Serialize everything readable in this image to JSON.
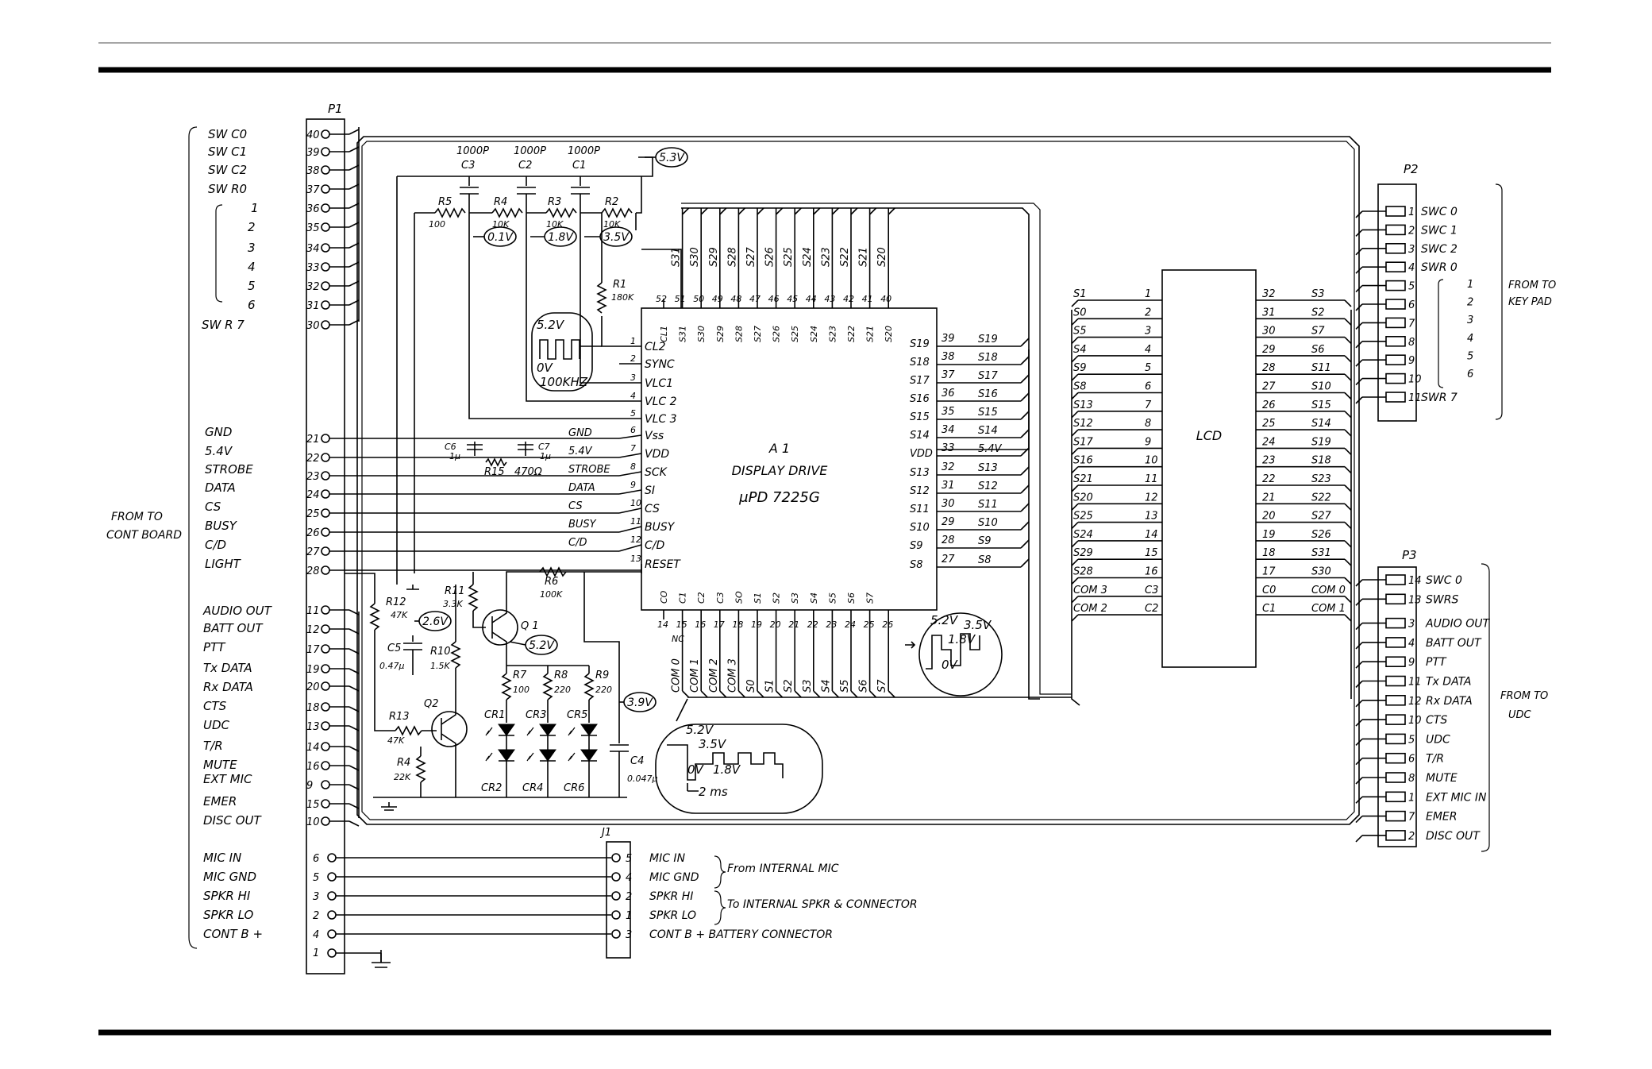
{
  "connectors": {
    "p1": {
      "name": "P1",
      "upper_labels": [
        "SW C0",
        "SW C1",
        "SW C2",
        "SW R0",
        "1",
        "2",
        "3",
        "4",
        "5",
        "6",
        "SW R 7"
      ],
      "upper_pins": [
        "40",
        "39",
        "38",
        "37",
        "36",
        "35",
        "34",
        "33",
        "32",
        "31",
        "30"
      ],
      "mid_labels": [
        "GND",
        "5.4V",
        "STROBE",
        "DATA",
        "CS",
        "BUSY",
        "C/D",
        "LIGHT"
      ],
      "mid_pins": [
        "21",
        "22",
        "23",
        "24",
        "25",
        "26",
        "27",
        "28"
      ],
      "udc_labels": [
        "AUDIO OUT",
        "BATT OUT",
        "PTT",
        "Tx DATA",
        "Rx DATA",
        "CTS",
        "UDC",
        "T/R",
        "MUTE",
        "EXT MIC",
        "EMER",
        "DISC OUT"
      ],
      "udc_pins": [
        "11",
        "12",
        "17",
        "19",
        "20",
        "18",
        "13",
        "14",
        "16",
        "9",
        "15",
        "10"
      ],
      "mic_labels": [
        "MIC IN",
        "MIC GND",
        "SPKR HI",
        "SPKR LO",
        "CONT B +"
      ],
      "mic_pins": [
        "6",
        "5",
        "3",
        "2",
        "4",
        "1"
      ],
      "side_note": [
        "FROM TO",
        "CONT BOARD"
      ]
    },
    "p2": {
      "name": "P2",
      "pins": [
        "1",
        "2",
        "3",
        "4",
        "5",
        "6",
        "7",
        "8",
        "9",
        "10",
        "11"
      ],
      "labels": [
        "SWC 0",
        "SWC 1",
        "SWC 2",
        "SWR 0"
      ],
      "numbers": [
        "1",
        "2",
        "3",
        "4",
        "5",
        "6"
      ],
      "last_label": "SWR 7",
      "side_note": [
        "FROM TO",
        "KEY PAD"
      ]
    },
    "p3": {
      "name": "P3",
      "pins": [
        "14",
        "13",
        "3",
        "4",
        "9",
        "11",
        "12",
        "10",
        "5",
        "6",
        "8",
        "1",
        "7",
        "2"
      ],
      "labels": [
        "SWC 0",
        "SWRS",
        "AUDIO OUT",
        "BATT OUT",
        "PTT",
        "Tx DATA",
        "Rx DATA",
        "CTS",
        "UDC",
        "T/R",
        "MUTE",
        "EXT MIC IN",
        "EMER",
        "DISC OUT"
      ],
      "side_note": [
        "FROM TO",
        "UDC"
      ]
    },
    "j1": {
      "name": "J1",
      "pins": [
        "5",
        "4",
        "2",
        "1",
        "3"
      ],
      "labels": [
        "MIC IN",
        "MIC GND",
        "SPKR HI",
        "SPKR LO",
        "CONT B  +  BATTERY CONNECTOR"
      ],
      "note_mic": "From INTERNAL MIC",
      "note_spkr": "To INTERNAL SPKR & CONNECTOR"
    }
  },
  "ic": {
    "ref": "A 1",
    "function": "DISPLAY DRIVE",
    "part": "μPD 7225G",
    "top_pins": [
      "52",
      "51",
      "50",
      "49",
      "48",
      "47",
      "46",
      "45",
      "44",
      "43",
      "42",
      "41",
      "40"
    ],
    "top_names": [
      "CL1",
      "S31",
      "S30",
      "S29",
      "S28",
      "S27",
      "S26",
      "S25",
      "S24",
      "S23",
      "S22",
      "S21",
      "S20"
    ],
    "top_wires": [
      "S31",
      "S30",
      "S29",
      "S28",
      "S27",
      "S26",
      "S25",
      "S24",
      "S23",
      "S22",
      "S21",
      "S20"
    ],
    "left_pins": [
      "1",
      "2",
      "3",
      "4",
      "5",
      "6",
      "7",
      "8",
      "9",
      "10",
      "11",
      "12",
      "13"
    ],
    "left_names": [
      "CL2",
      "SYNC",
      "VLC1",
      "VLC 2",
      "VLC 3",
      "Vss",
      "VDD",
      "SCK",
      "SI",
      "CS",
      "BUSY",
      "C/D",
      "RESET"
    ],
    "left_signals": [
      "GND",
      "5.4V",
      "STROBE",
      "DATA",
      "CS",
      "BUSY",
      "C/D"
    ],
    "right_pins": [
      "39",
      "38",
      "37",
      "36",
      "35",
      "34",
      "33",
      "32",
      "31",
      "30",
      "29",
      "28",
      "27"
    ],
    "right_names": [
      "S19",
      "S18",
      "S17",
      "S16",
      "S15",
      "S14",
      "VDD",
      "S13",
      "S12",
      "S11",
      "S10",
      "S9",
      "S8"
    ],
    "right_signals": [
      "S19",
      "S18",
      "S17",
      "S16",
      "S15",
      "S14",
      "5.4V",
      "S13",
      "S12",
      "S11",
      "S10",
      "S9",
      "S8"
    ],
    "bottom_pins": [
      "14",
      "15",
      "16",
      "17",
      "18",
      "19",
      "20",
      "21",
      "22",
      "23",
      "24",
      "25",
      "26"
    ],
    "bottom_names": [
      "CO",
      "C1",
      "C2",
      "C3",
      "SO",
      "S1",
      "S2",
      "S3",
      "S4",
      "S5",
      "S6",
      "S7"
    ],
    "bottom_wires": [
      "COM 0",
      "COM 1",
      "COM 2",
      "COM 3",
      "S0",
      "S1",
      "S2",
      "S3",
      "S4",
      "S5",
      "S6",
      "S7"
    ],
    "nc": "NC"
  },
  "lcd": {
    "label": "LCD",
    "left_signals": [
      "S1",
      "S0",
      "S5",
      "S4",
      "S9",
      "S8",
      "S13",
      "S12",
      "S17",
      "S16",
      "S21",
      "S20",
      "S25",
      "S24",
      "S29",
      "S28",
      "COM 3",
      "COM 2"
    ],
    "left_pins": [
      "1",
      "2",
      "3",
      "4",
      "5",
      "6",
      "7",
      "8",
      "9",
      "10",
      "11",
      "12",
      "13",
      "14",
      "15",
      "16",
      "C3",
      "C2"
    ],
    "right_pins": [
      "32",
      "31",
      "30",
      "29",
      "28",
      "27",
      "26",
      "25",
      "24",
      "23",
      "22",
      "21",
      "20",
      "19",
      "18",
      "17",
      "C0",
      "C1"
    ],
    "right_signals": [
      "S3",
      "S2",
      "S7",
      "S6",
      "S11",
      "S10",
      "S15",
      "S14",
      "S19",
      "S18",
      "S23",
      "S22",
      "S27",
      "S26",
      "S31",
      "S30",
      "COM 0",
      "COM 1"
    ]
  },
  "components": {
    "caps_top": [
      {
        "ref": "C3",
        "value": "1000P"
      },
      {
        "ref": "C2",
        "value": "1000P"
      },
      {
        "ref": "C1",
        "value": "1000P"
      }
    ],
    "resistors_top": [
      {
        "ref": "R5",
        "value": "100"
      },
      {
        "ref": "R4",
        "value": "10K"
      },
      {
        "ref": "R3",
        "value": "10K"
      },
      {
        "ref": "R2",
        "value": "10K"
      }
    ],
    "r1": {
      "ref": "R1",
      "value": "180K"
    },
    "c6": {
      "ref": "C6",
      "value": "1μ"
    },
    "c7": {
      "ref": "C7",
      "value": "1μ"
    },
    "r15": {
      "ref": "R15",
      "value": "470Ω"
    },
    "r6": {
      "ref": "R6",
      "value": "100K"
    },
    "r11": {
      "ref": "R11",
      "value": "3.3K"
    },
    "r12": {
      "ref": "R12",
      "value": "47K"
    },
    "r10": {
      "ref": "R10",
      "value": "1.5K"
    },
    "r13": {
      "ref": "R13",
      "value": "47K"
    },
    "r4b": {
      "ref": "R4",
      "value": "22K"
    },
    "c5": {
      "ref": "C5",
      "value": "0.47μ"
    },
    "c4": {
      "ref": "C4",
      "value": "0.047μ"
    },
    "q1": "Q 1",
    "q2": "Q2",
    "r7": {
      "ref": "R7",
      "value": "100"
    },
    "r8": {
      "ref": "R8",
      "value": "220"
    },
    "r9": {
      "ref": "R9",
      "value": "220"
    },
    "leds": [
      "CR1",
      "CR3",
      "CR5",
      "CR2",
      "CR4",
      "CR6"
    ]
  },
  "voltages": {
    "v53": "5.3V",
    "v01": "0.1V",
    "v18": "1.8V",
    "v35": "3.5V",
    "v26": "2.6V",
    "v52": "5.2V",
    "v39": "3.9V"
  },
  "waveforms": {
    "clock": {
      "high": "5.2V",
      "low": "0V",
      "freq": "100KHZ"
    },
    "common": {
      "a": "5.2V",
      "b": "3.5V",
      "c": "1.8V",
      "d": "0V"
    },
    "segment": {
      "a": "5.2V",
      "b": "3.5V",
      "c": "1.8V",
      "d": "0V",
      "period": "2 ms"
    }
  }
}
